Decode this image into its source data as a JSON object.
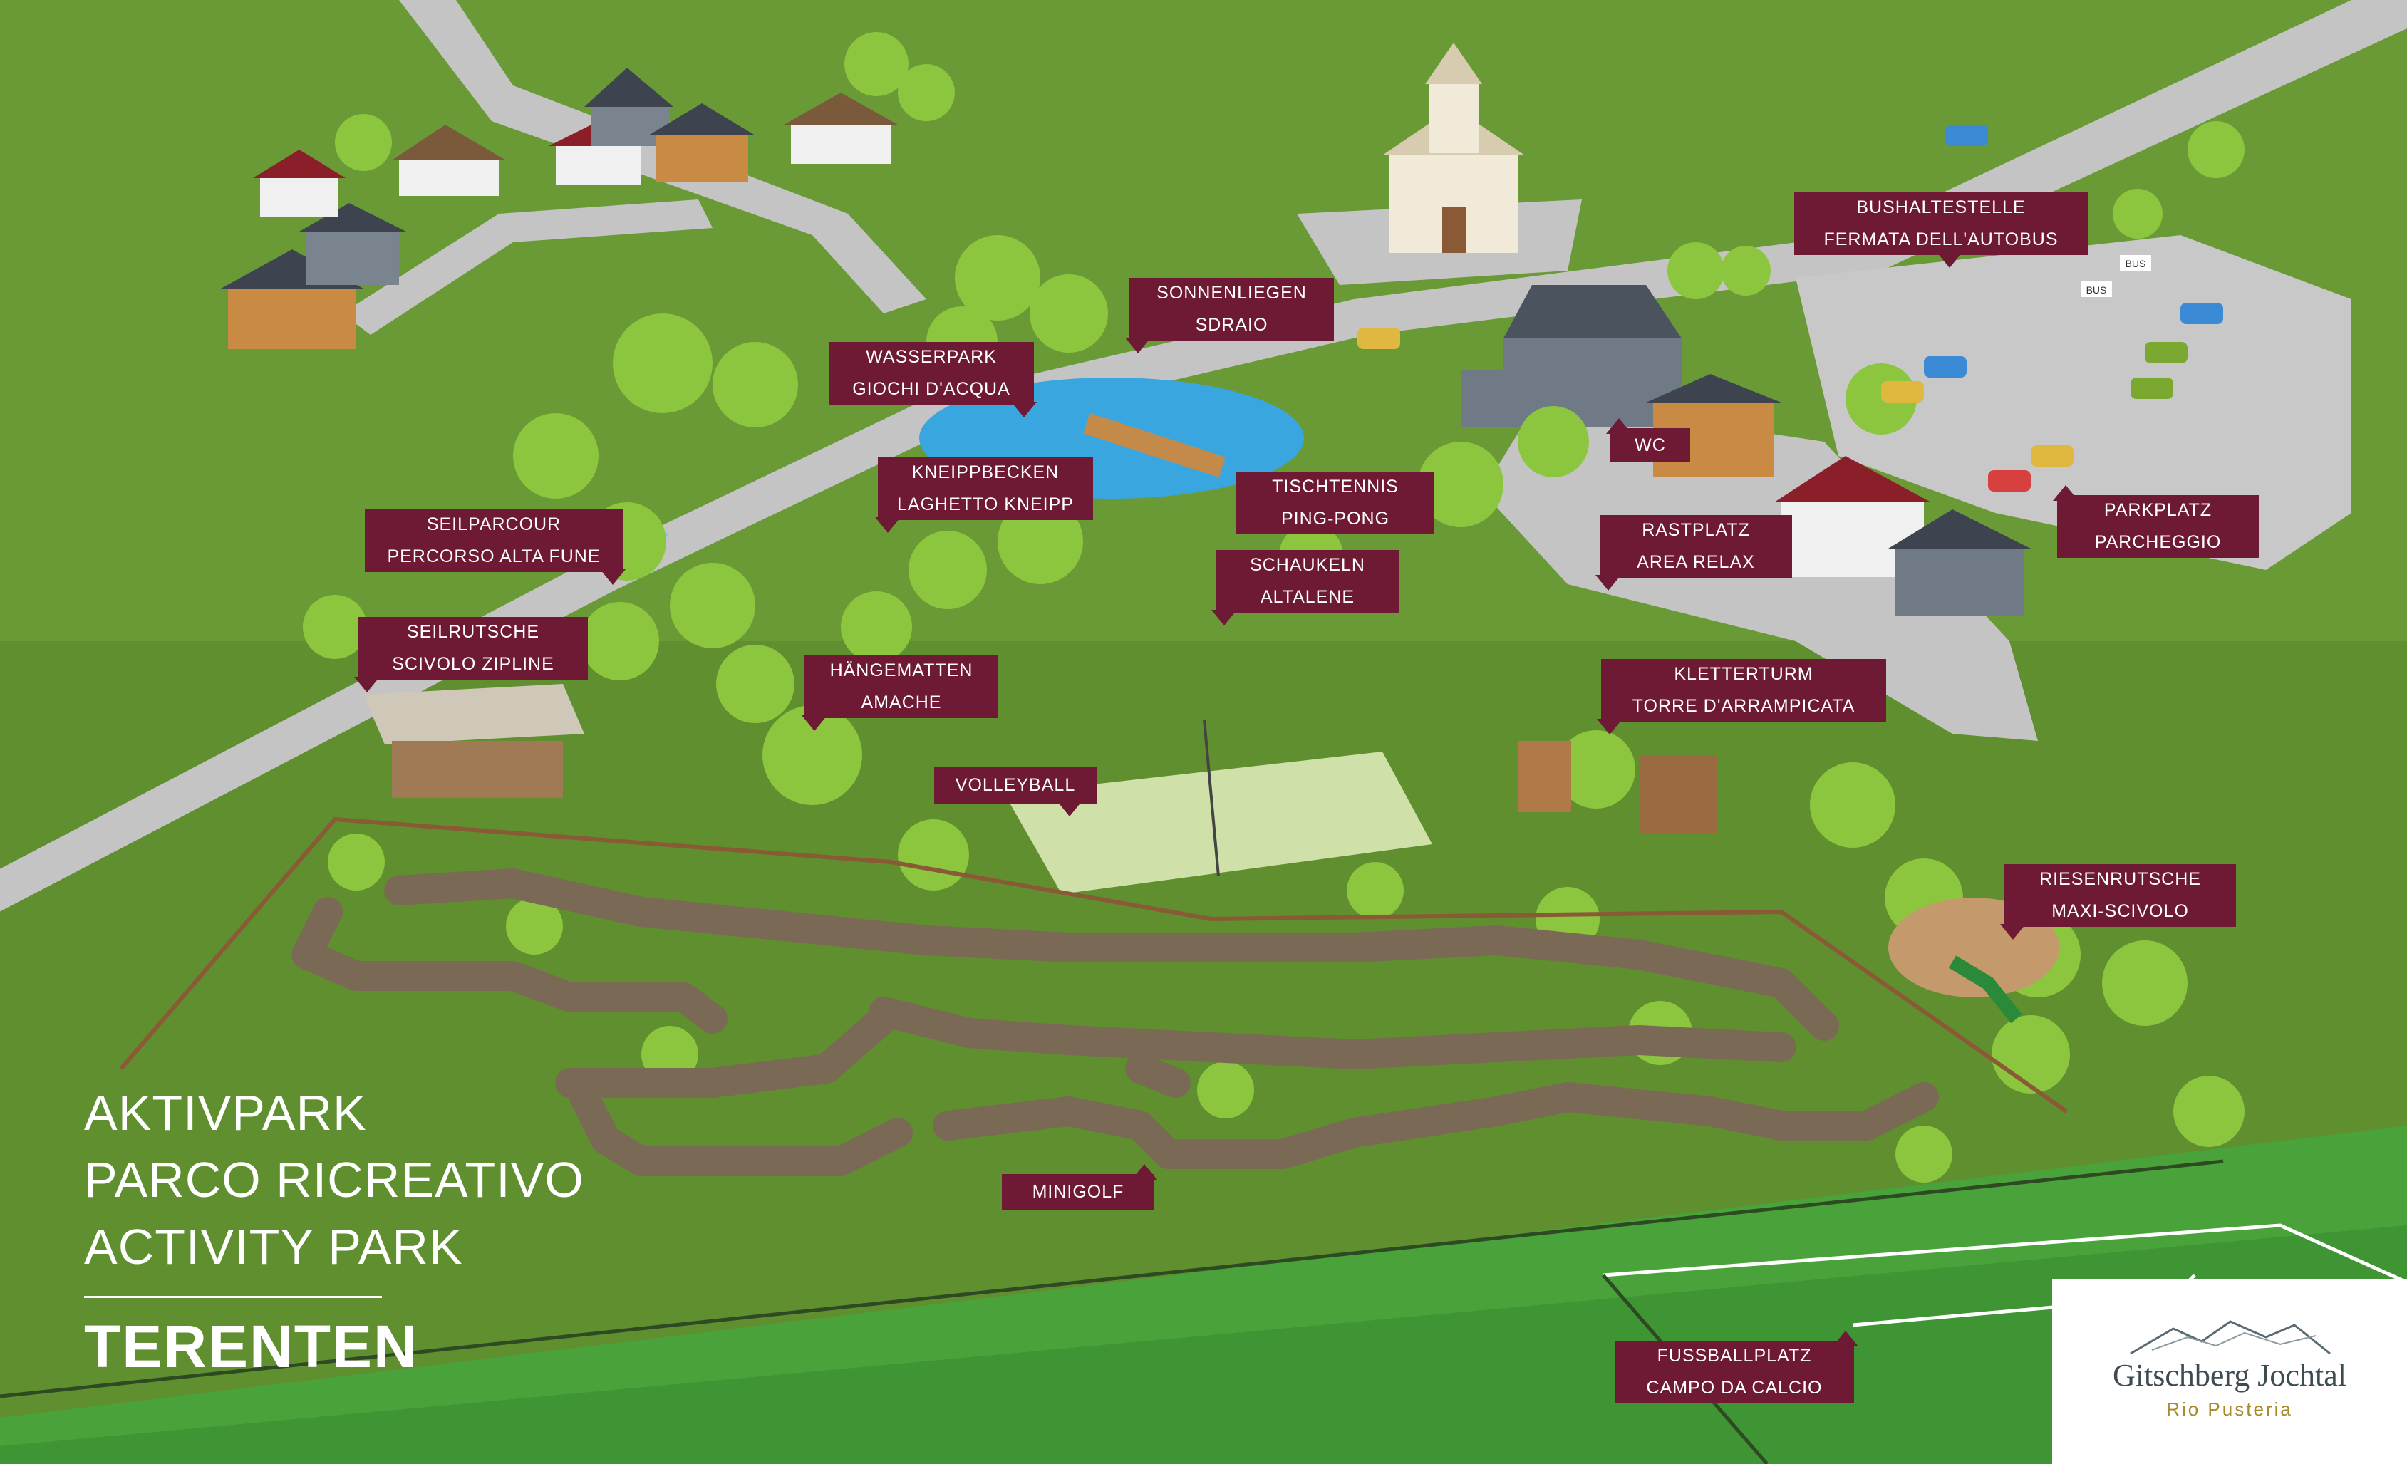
{
  "title": {
    "line1": "AKTIVPARK",
    "line2": "PARCO RICREATIVO",
    "line3": "ACTIVITY PARK",
    "town": "TERENTEN"
  },
  "logo": {
    "brand": "Gitschberg Jochtal",
    "sub": "Rio Pusteria"
  },
  "labels": {
    "sonnenliegen": {
      "de": "SONNENLIEGEN",
      "it": "SDRAIO"
    },
    "wasserpark": {
      "de": "WASSERPARK",
      "it": "GIOCHI D'ACQUA"
    },
    "kneippbecken": {
      "de": "KNEIPPBECKEN",
      "it": "LAGHETTO KNEIPP"
    },
    "seilparcour": {
      "de": "SEILPARCOUR",
      "it": "PERCORSO ALTA FUNE"
    },
    "seilrutsche": {
      "de": "SEILRUTSCHE",
      "it": "SCIVOLO ZIPLINE"
    },
    "haengematten": {
      "de": "HÄNGEMATTEN",
      "it": "AMACHE"
    },
    "volleyball": {
      "de": "VOLLEYBALL"
    },
    "tischtennis": {
      "de": "TISCHTENNIS",
      "it": "PING-PONG"
    },
    "schaukeln": {
      "de": "SCHAUKELN",
      "it": "ALTALENE"
    },
    "wc": {
      "de": "WC"
    },
    "rastplatz": {
      "de": "RASTPLATZ",
      "it": "AREA RELAX"
    },
    "kletterturm": {
      "de": "KLETTERTURM",
      "it": "TORRE D'ARRAMPICATA"
    },
    "bushaltestelle": {
      "de": "BUSHALTESTELLE",
      "it": "FERMATA DELL'AUTOBUS"
    },
    "parkplatz": {
      "de": "PARKPLATZ",
      "it": "PARCHEGGIO"
    },
    "riesenrutsche": {
      "de": "RIESENRUTSCHE",
      "it": "MAXI-SCIVOLO"
    },
    "minigolf": {
      "de": "MINIGOLF"
    },
    "fussballplatz": {
      "de": "FUSSBALLPLATZ",
      "it": "CAMPO DA CALCIO"
    }
  },
  "signs": {
    "bus1": "BUS",
    "bus2": "BUS"
  },
  "colors": {
    "grass": "#5f8f2e",
    "label_bg": "#6e1a35",
    "road": "#c9c9c9",
    "path": "#7a6a55",
    "water": "#3aa6e0",
    "football": "#4aa23a"
  }
}
